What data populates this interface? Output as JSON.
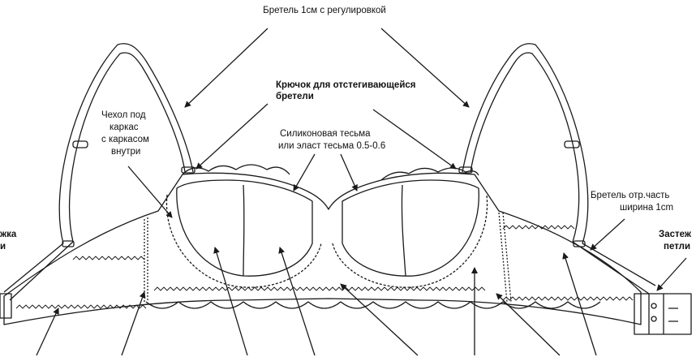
{
  "labels": {
    "strap_title": "Бретель 1см с регулировкой",
    "hook_line1": "Крючок для отстегивающейся",
    "hook_line2": "бретели",
    "casing_line1": "Чехол под",
    "casing_line2": "каркас",
    "casing_line3": "с каркасом",
    "casing_line4": "внутри",
    "silicone_line1": "Силиконовая тесьма",
    "silicone_line2": "или эласт тесьма 0.5-0.6",
    "strap_detach_line1": "Бретель отр.часть",
    "strap_detach_line2": "ширина 1cm",
    "clasp_left_line1": "жка",
    "clasp_left_line2": "и",
    "clasp_right_line1": "Застеж",
    "clasp_right_line2": "петли"
  },
  "colors": {
    "line": "#1a1a1a",
    "background": "#ffffff"
  }
}
